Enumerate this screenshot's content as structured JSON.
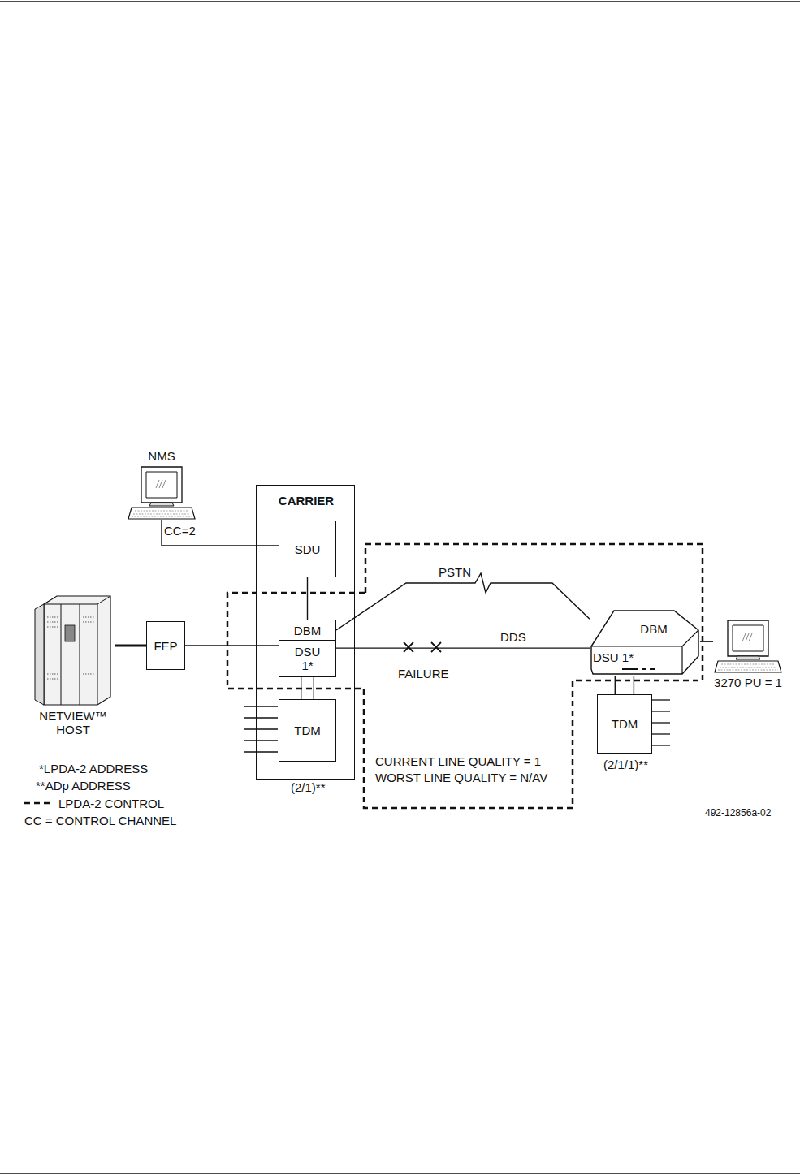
{
  "diagram": {
    "nodes": [
      {
        "text": [
          "NMS"
        ]
      },
      {
        "text": [
          "CARRIER"
        ]
      },
      {
        "text": [
          "SDU"
        ],
        "in": 1
      },
      {
        "text": [
          "DBM"
        ],
        "in": 1
      },
      {
        "text": [
          "DSU 1*"
        ],
        "in": 1
      },
      {
        "text": [
          "TDM"
        ],
        "in": 1
      },
      {
        "text": [
          "NETVIEW™ HOST"
        ]
      },
      {
        "text": [
          "FEP"
        ]
      },
      {
        "text": [
          "DBM",
          "DSU 1*"
        ]
      },
      {
        "text": [
          "TDM"
        ]
      },
      {
        "text": [
          "3270 PU = 1"
        ]
      }
    ],
    "edges": [
      {
        "from": 0,
        "to": 2,
        "arrow": "none",
        "label": "CC=2"
      },
      {
        "from": 2,
        "to": 3,
        "arrow": "none"
      },
      {
        "from": 6,
        "to": 7,
        "arrow": "none"
      },
      {
        "from": 7,
        "to": 4,
        "arrow": "none"
      },
      {
        "from": 3,
        "to": 8,
        "arrow": "none",
        "label": "PSTN"
      },
      {
        "from": 4,
        "to": 8,
        "arrow": "none",
        "label": "DDS"
      },
      {
        "from": 4,
        "to": 5,
        "arrow": "none"
      },
      {
        "from": 4,
        "to": 5,
        "arrow": "none"
      },
      {
        "from": 8,
        "to": 9,
        "arrow": "none"
      },
      {
        "from": 8,
        "to": 9,
        "arrow": "none"
      },
      {
        "from": 8,
        "to": 10,
        "arrow": "none"
      }
    ],
    "labels": [
      "(2/1)**",
      "(2/1/1)**",
      "FAILURE",
      "CURRENT LINE QUALITY = 1",
      "WORST LINE QUALITY = N/AV",
      "492-12856a-02"
    ],
    "legend": [
      {
        "text": "*LPDA-2 ADDRESS"
      },
      {
        "text": "**ADp ADDRESS"
      },
      {
        "text": "LPDA-2 CONTROL"
      },
      {
        "text": "CC = CONTROL CHANNEL"
      }
    ]
  }
}
